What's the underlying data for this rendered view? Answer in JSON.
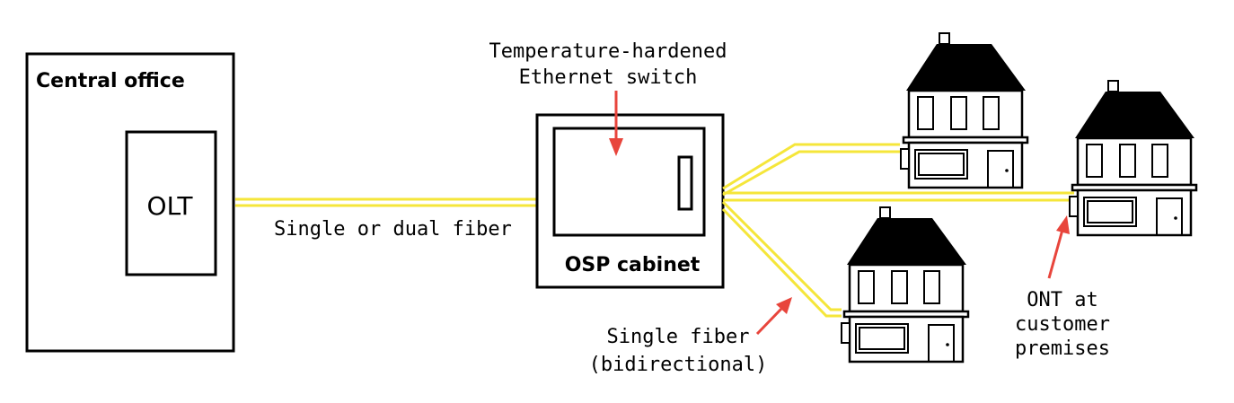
{
  "central_office": {
    "title": "Central office",
    "olt_label": "OLT"
  },
  "cabinet": {
    "title": "OSP cabinet"
  },
  "labels": {
    "switch_line1": "Temperature-hardened",
    "switch_line2": "Ethernet switch",
    "feeder_fiber": "Single or dual fiber",
    "drop_fiber_line1": "Single fiber",
    "drop_fiber_line2": "(bidirectional)",
    "ont_line1": "ONT at",
    "ont_line2": "customer",
    "ont_line3": "premises"
  },
  "colors": {
    "fiber": "#f5e63a",
    "arrow": "#e8453c",
    "stroke": "#000000",
    "background": "#ffffff"
  },
  "icons": [
    "house-icon",
    "arrow-icon"
  ]
}
